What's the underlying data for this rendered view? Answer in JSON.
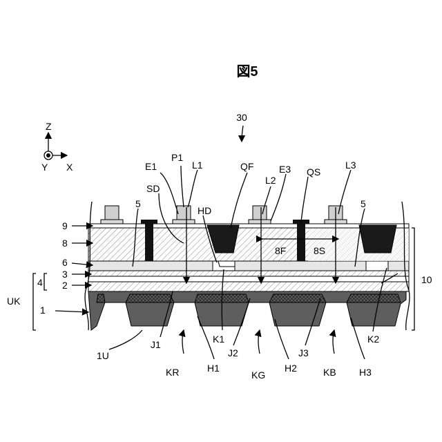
{
  "figure": {
    "title": "図5",
    "ref_30": "30"
  },
  "axes": {
    "z": "Z",
    "y": "Y",
    "x": "X"
  },
  "labels": {
    "E1": "E1",
    "P1": "P1",
    "L1": "L1",
    "QF": "QF",
    "E3": "E3",
    "QS": "QS",
    "L3": "L3",
    "SD": "SD",
    "HD": "HD",
    "L2": "L2",
    "five_left": "5",
    "five_right": "5",
    "n9": "9",
    "n8": "8",
    "n6": "6",
    "n4": "4",
    "n3": "3",
    "n2": "2",
    "n1": "1",
    "UK": "UK",
    "n10": "10",
    "F8": "8F",
    "S8": "8S",
    "K1": "K1",
    "K2": "K2",
    "J1": "J1",
    "J2": "J2",
    "J3": "J3",
    "U1": "1U",
    "KR": "KR",
    "H1": "H1",
    "KG": "KG",
    "H2": "H2",
    "KB": "KB",
    "H3": "H3"
  },
  "colors": {
    "bank": "#555555",
    "lens": "#1a1a1a",
    "layer": "#e6e6e6",
    "pad": "#d8d8d8"
  }
}
